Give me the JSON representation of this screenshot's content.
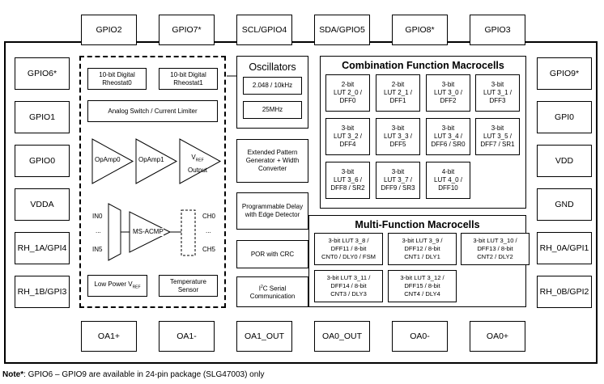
{
  "pins": {
    "top": [
      "GPIO2",
      "GPIO7*",
      "SCL/GPIO4",
      "SDA/GPIO5",
      "GPIO8*",
      "GPIO3"
    ],
    "left": [
      "GPIO6*",
      "GPIO1",
      "GPIO0",
      "VDDA",
      "RH_1A/GPI4",
      "RH_1B/GPI3"
    ],
    "right": [
      "GPIO9*",
      "GPI0",
      "VDD",
      "GND",
      "RH_0A/GPI1",
      "RH_0B/GPI2"
    ],
    "bottom": [
      "OA1+",
      "OA1-",
      "OA1_OUT",
      "OA0_OUT",
      "OA0-",
      "OA0+"
    ]
  },
  "analog": {
    "rheostat0": "10-bit Digital Rheostat0",
    "rheostat1": "10-bit Digital Rheostat1",
    "switch": "Analog Switch / Current Limiter",
    "opamp0": "OpAmp0",
    "opamp1": "OpAmp1",
    "vref_main": "V",
    "vref_sub": "REF",
    "vref_rest": "Output",
    "in0": "IN0",
    "dots_in": "...",
    "in5": "IN5",
    "acmp": "MS-ACMP",
    "ch0": "CH0",
    "dots_ch": "...",
    "ch5": "CH5",
    "lowpower_main": "Low Power V",
    "lowpower_sub": "REF",
    "temp": "Temperature Sensor"
  },
  "middle": {
    "osc_title": "Oscillators",
    "osc1": "2.048 / 10kHz",
    "osc2": "25MHz",
    "epg": "Extended Pattern Generator + Width Converter",
    "pdly": "Programmable Delay with Edge Detector",
    "por": "POR with CRC",
    "i2c_pre": "I",
    "i2c_sup": "2",
    "i2c_post": "C Serial Communication"
  },
  "combination": {
    "title": "Combination Function Macrocells",
    "cells": [
      [
        "2-bit",
        "LUT 2_0 /",
        "DFF0"
      ],
      [
        "2-bit",
        "LUT 2_1 /",
        "DFF1"
      ],
      [
        "3-bit",
        "LUT 3_0 /",
        "DFF2"
      ],
      [
        "3-bit",
        "LUT 3_1 /",
        "DFF3"
      ],
      [
        "3-bit",
        "LUT 3_2 /",
        "DFF4"
      ],
      [
        "3-bit",
        "LUT 3_3 /",
        "DFF5"
      ],
      [
        "3-bit",
        "LUT 3_4 /",
        "DFF6 / SR0"
      ],
      [
        "3-bit",
        "LUT 3_5 /",
        "DFF7 / SR1"
      ],
      [
        "3-bit",
        "LUT 3_6 /",
        "DFF8 / SR2"
      ],
      [
        "3-bit",
        "LUT 3_7 /",
        "DFF9 / SR3"
      ],
      [
        "4-bit",
        "LUT 4_0 /",
        "DFF10"
      ]
    ]
  },
  "multi": {
    "title": "Multi-Function Macrocells",
    "cells": [
      [
        "3-bit LUT 3_8 /",
        "DFF11 / 8-bit",
        "CNT0 / DLY0 / FSM"
      ],
      [
        "3-bit LUT 3_9 /",
        "DFF12 / 8-bit",
        "CNT1 / DLY1"
      ],
      [
        "3-bit LUT 3_10 /",
        "DFF13 / 8-bit",
        "CNT2 / DLY2"
      ],
      [
        "3-bit LUT 3_11 /",
        "DFF14 / 8-bit",
        "CNT3 / DLY3"
      ],
      [
        "3-bit LUT 3_12 /",
        "DFF15 / 8-bit",
        "CNT4 / DLY4"
      ]
    ]
  },
  "note": {
    "label": "Note*",
    "text": ": GPIO6 – GPIO9 are available in 24-pin package (SLG47003) only"
  }
}
